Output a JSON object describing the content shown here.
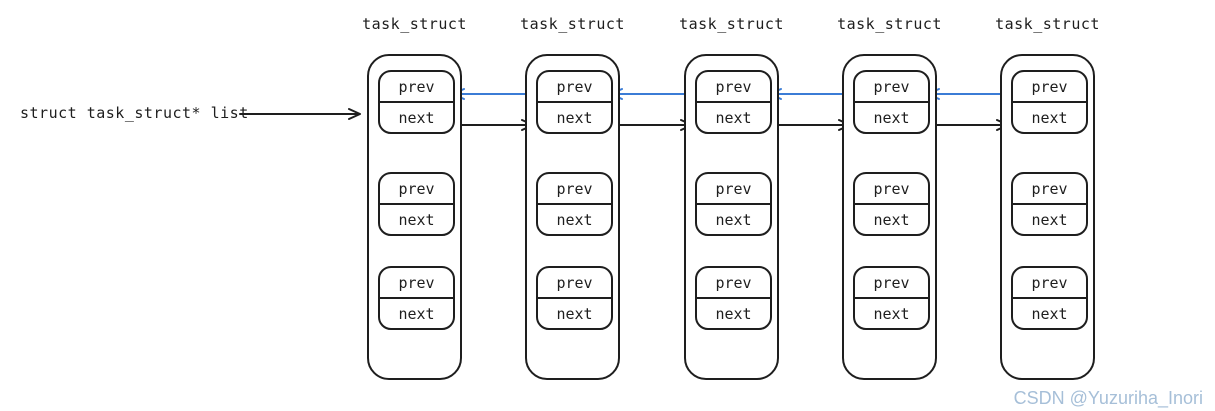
{
  "diagram": {
    "pointer_label": "struct task_struct* list",
    "struct_label": "task_struct",
    "prev_label": "prev",
    "next_label": "next",
    "column_count": 5,
    "nodes_per_column": 3,
    "colors": {
      "stroke": "#1e1e1e",
      "forward_arrow": "#1e1e1e",
      "back_arrow": "#3b7cd6",
      "watermark": "#a6bfd8"
    }
  },
  "watermark": {
    "text": "CSDN @Yuzuriha_Inori"
  }
}
